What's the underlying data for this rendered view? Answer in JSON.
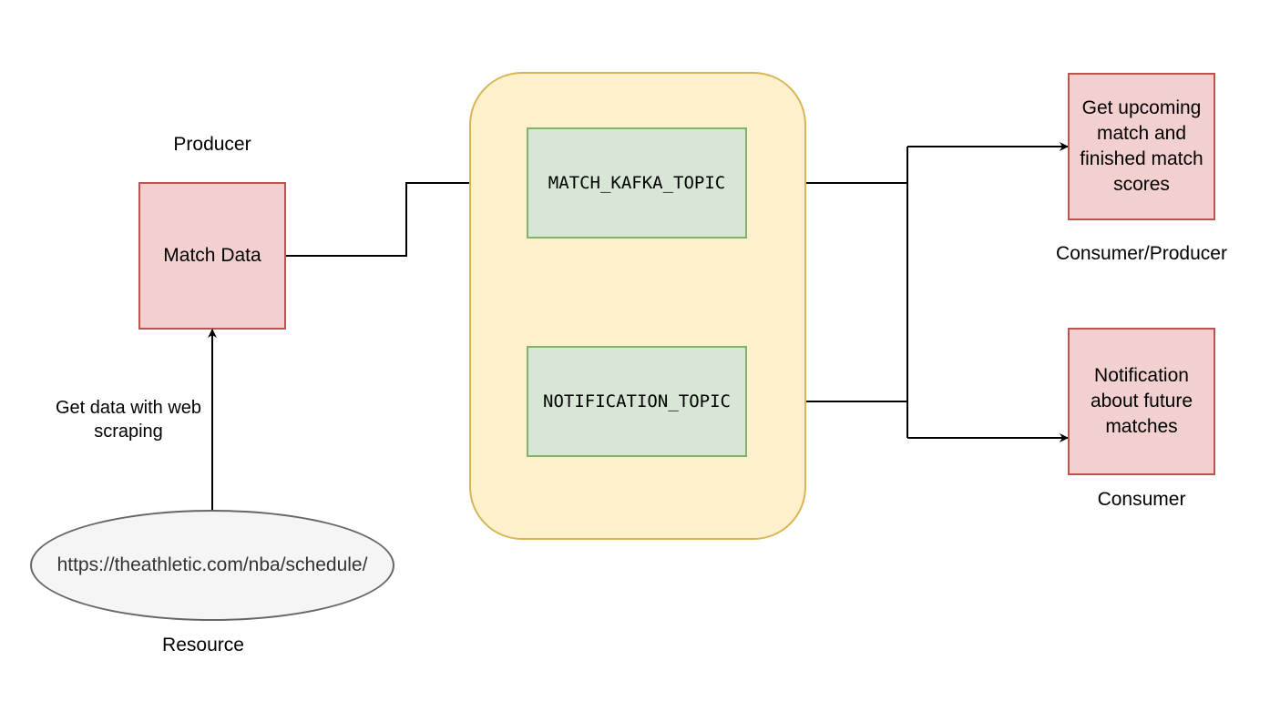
{
  "nodes": {
    "match_data": "Match Data",
    "match_kafka_topic": "MATCH_KAFKA_TOPIC",
    "notification_topic": "NOTIFICATION_TOPIC",
    "upcoming_finished": "Get upcoming match and finished match scores",
    "notification_future": "Notification about future matches",
    "resource_url": "https://theathletic.com/nba/schedule/"
  },
  "labels": {
    "producer": "Producer",
    "resource": "Resource",
    "consumer_producer": "Consumer/Producer",
    "consumer": "Consumer",
    "scraping_edge": "Get data with web scraping"
  },
  "colors": {
    "producer_fill": "#f2d0cf",
    "producer_stroke": "#b95450",
    "topic_fill": "#d8e7d5",
    "topic_stroke": "#82b366",
    "broker_fill": "#fcf0cd",
    "broker_stroke": "#d6b656",
    "resource_fill": "#f5f5f5",
    "resource_stroke": "#666666"
  }
}
